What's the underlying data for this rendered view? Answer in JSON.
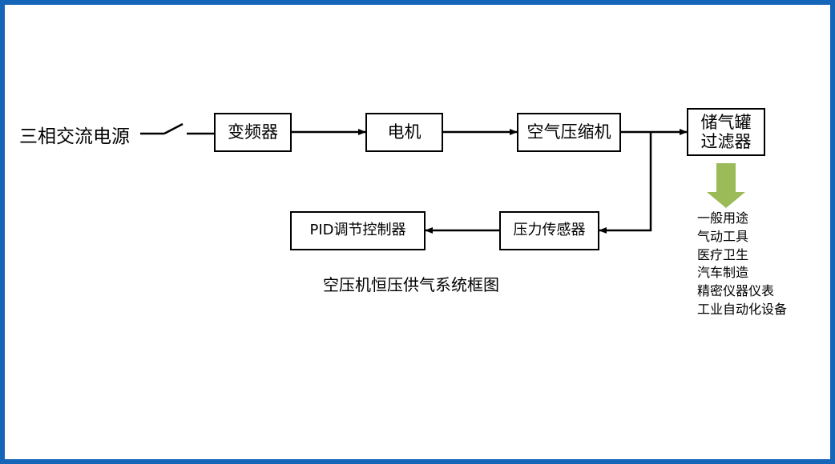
{
  "diagram": {
    "source_label": "三相交流电源",
    "blocks": {
      "inverter": "变频器",
      "motor": "电机",
      "compressor": "空气压缩机",
      "tank_line1": "储气罐",
      "tank_line2": "过滤器",
      "sensor": "压力传感器",
      "pid": "PID调节控制器"
    },
    "caption": "空压机恒压供气系统框图",
    "uses": [
      "一般用途",
      "气动工具",
      "医疗卫生",
      "汽车制造",
      "精密仪器仪表",
      "工业自动化设备"
    ]
  },
  "colors": {
    "border": "#1565b8",
    "line": "#000000",
    "output_arrow": "#9bbb59"
  }
}
